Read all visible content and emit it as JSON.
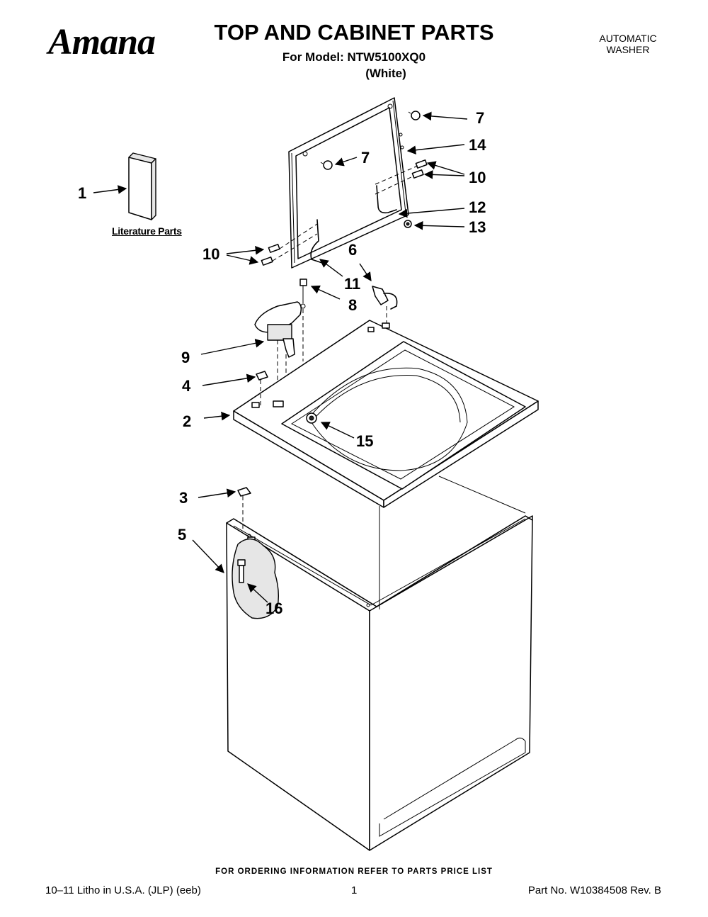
{
  "header": {
    "brand": "Amana",
    "title": "TOP AND CABINET PARTS",
    "model_line": "For Model: NTW5100XQ0",
    "variant": "(White)",
    "product_type": [
      "AUTOMATIC",
      "WASHER"
    ]
  },
  "literature_label": "Literature Parts",
  "callouts": [
    "1",
    "2",
    "3",
    "4",
    "5",
    "6",
    "7",
    "7",
    "8",
    "9",
    "10",
    "10",
    "11",
    "12",
    "13",
    "14",
    "15",
    "16"
  ],
  "footer": {
    "ordering_note": "FOR ORDERING INFORMATION REFER TO PARTS PRICE LIST",
    "litho": "10–11 Litho in U.S.A. (JLP) (eeb)",
    "page_number": "1",
    "part_number": "Part No. W10384508 Rev. B"
  }
}
